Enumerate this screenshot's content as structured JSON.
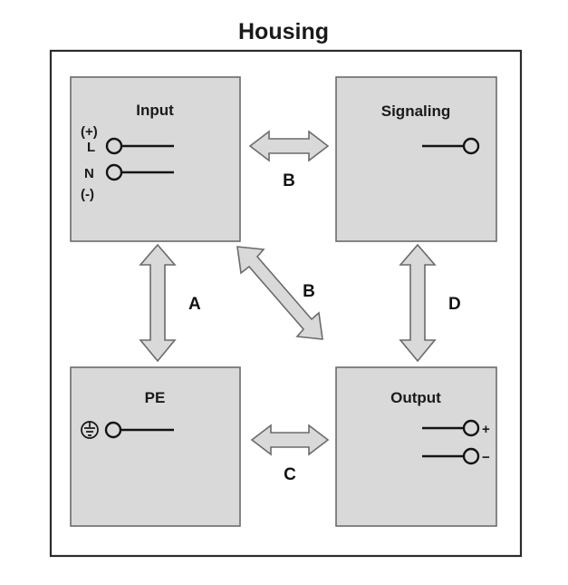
{
  "diagram": {
    "title": "Housing",
    "housing_label": "Housing",
    "blocks": [
      {
        "id": "input",
        "title": "Input",
        "terminals": [
          {
            "label": "(+)",
            "type": "text-only"
          },
          {
            "label": "L",
            "type": "terminal-circle"
          },
          {
            "label": "N",
            "type": "terminal-circle"
          },
          {
            "label": "(-)",
            "type": "text-only"
          }
        ]
      },
      {
        "id": "signaling",
        "title": "Signaling",
        "terminals": [
          {
            "label": "",
            "type": "terminal-circle"
          }
        ]
      },
      {
        "id": "pe",
        "title": "PE",
        "terminals": [
          {
            "label": "earth-ground-symbol",
            "type": "terminal-circle-with-earth"
          }
        ]
      },
      {
        "id": "output",
        "title": "Output",
        "terminals": [
          {
            "label": "+",
            "type": "terminal-circle"
          },
          {
            "label": "−",
            "type": "terminal-circle"
          }
        ]
      }
    ],
    "arrows": [
      {
        "id": "a",
        "label": "A",
        "from": "input",
        "to": "pe",
        "orientation": "vertical",
        "heads": "double"
      },
      {
        "id": "b-horizontal",
        "label": "B",
        "from": "input",
        "to": "signaling",
        "orientation": "horizontal",
        "heads": "double"
      },
      {
        "id": "b-diagonal",
        "label": "B",
        "from": "input",
        "to": "output",
        "orientation": "diagonal",
        "heads": "double"
      },
      {
        "id": "c",
        "label": "C",
        "from": "pe",
        "to": "output",
        "orientation": "horizontal",
        "heads": "double"
      },
      {
        "id": "d",
        "label": "D",
        "from": "signaling",
        "to": "output",
        "orientation": "vertical",
        "heads": "double"
      }
    ],
    "colors": {
      "block_fill": "#d9d9d9",
      "block_stroke": "#6b6b6b",
      "housing_stroke": "#2b2b2b",
      "text": "#1a1a1a",
      "wire": "#141414",
      "background": "#ffffff"
    }
  }
}
